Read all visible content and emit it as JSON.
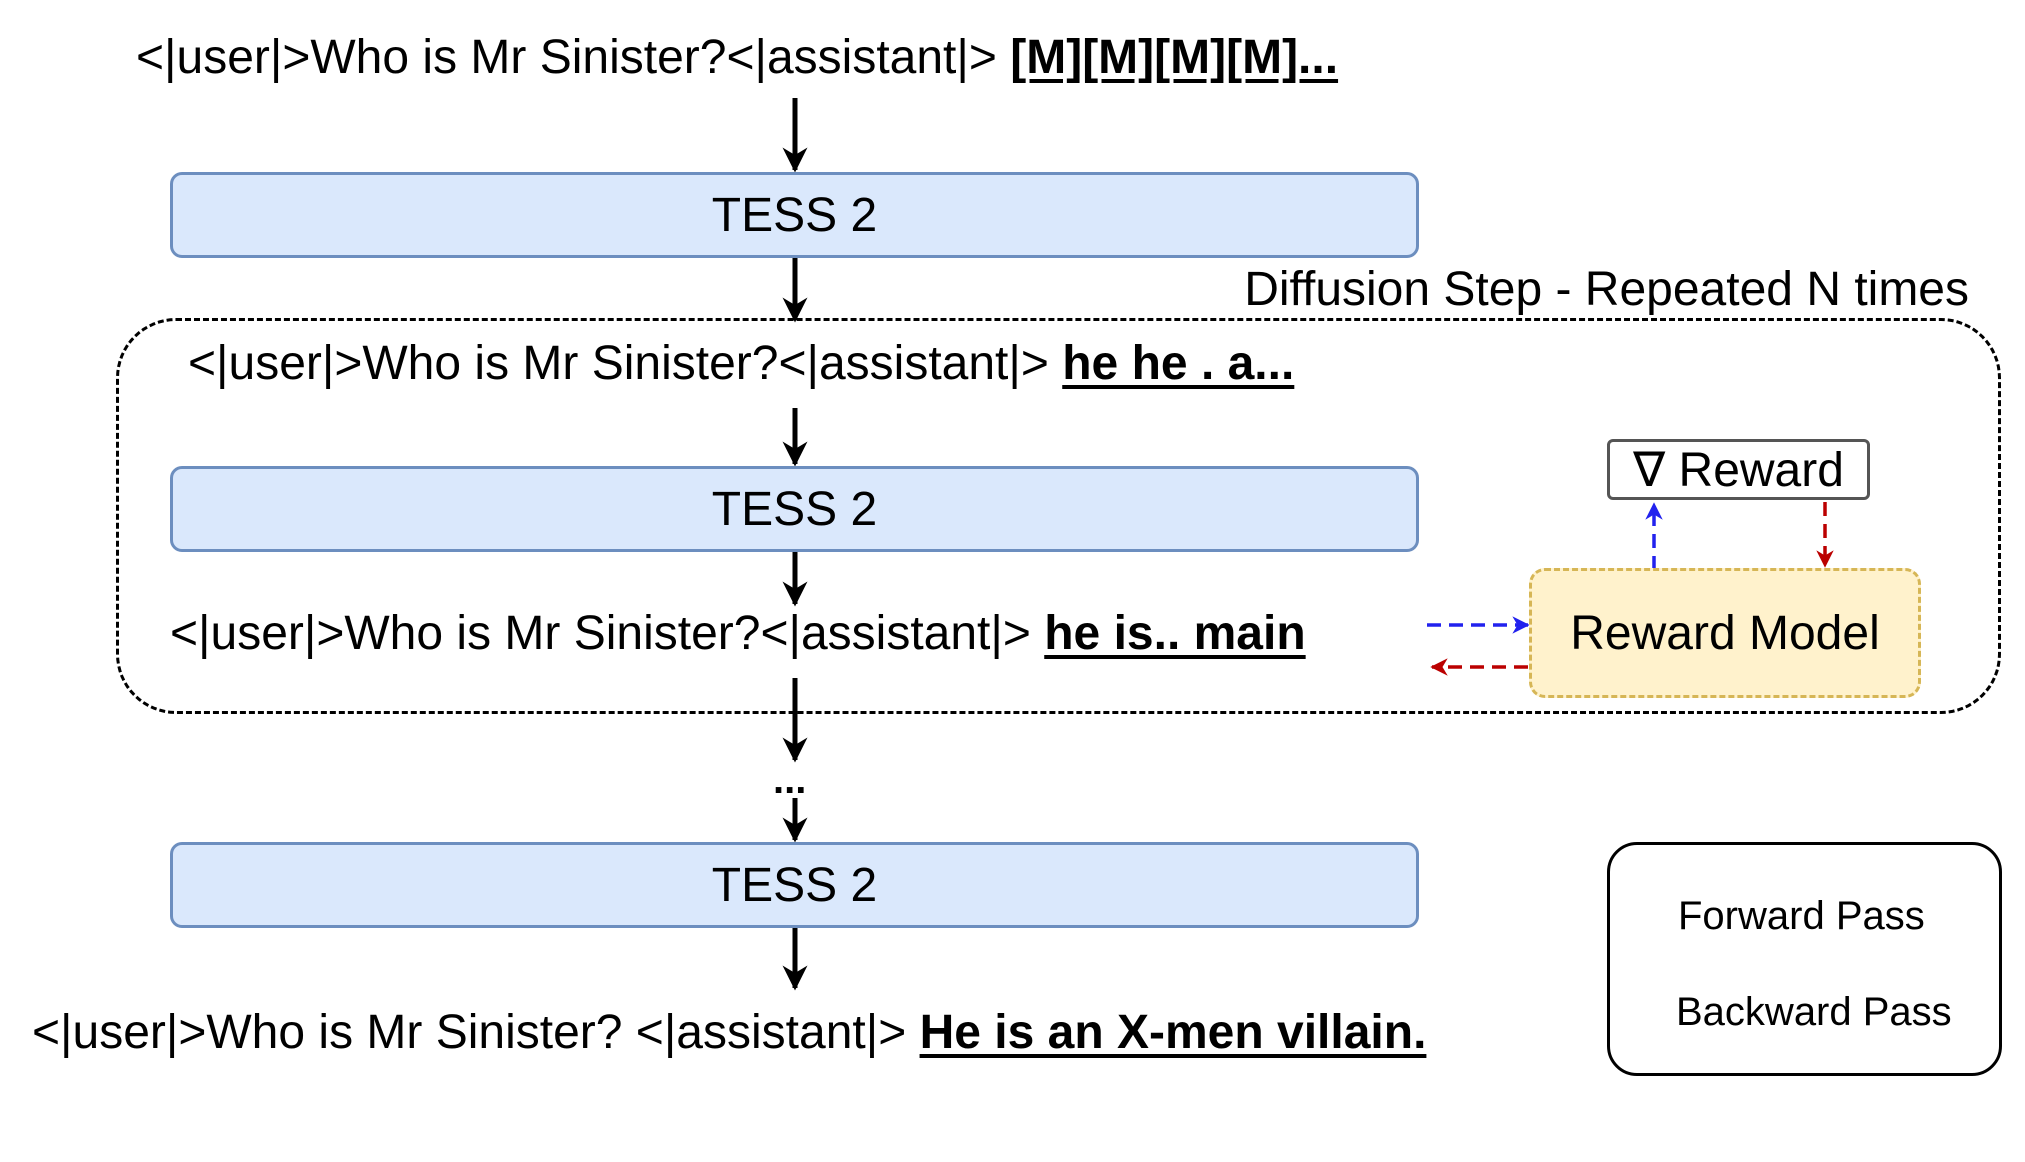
{
  "prompt": {
    "prefix": "<|user|>Who is Mr Sinister?<|assistant|>",
    "prefix_final": "<|user|>Who is Mr Sinister? <|assistant|>"
  },
  "steps": {
    "initial_tokens": "[M][M][M][M]...",
    "noisy_1": "he he . a...",
    "noisy_2": "he is.. main",
    "final": "He is an X-men villain."
  },
  "model_label": "TESS 2",
  "loop_label": "Diffusion Step - Repeated N times",
  "ellipsis": "...",
  "reward": {
    "model_label": "Reward Model",
    "gradient_label": "∇ Reward"
  },
  "legend": {
    "forward": "Forward Pass",
    "backward": "Backward Pass"
  },
  "colors": {
    "tess_fill": "#dae8fc",
    "tess_stroke": "#6c8ebf",
    "reward_fill": "#fff2cc",
    "reward_stroke": "#d6b656",
    "forward_arrow": "#2222ee",
    "backward_arrow": "#bb0000"
  }
}
